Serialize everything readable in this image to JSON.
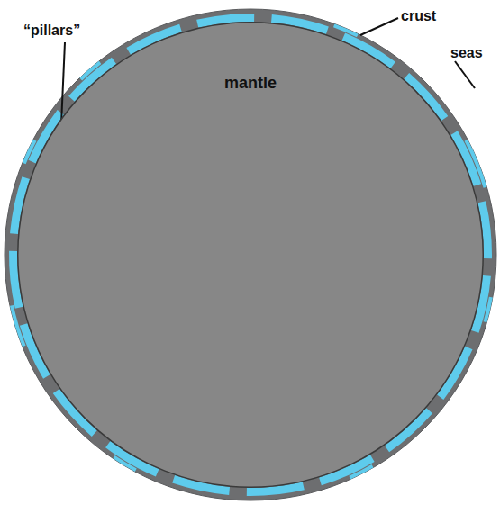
{
  "diagram": {
    "nodes": [
      {
        "text": [
          "mantle"
        ]
      }
    ],
    "labels": [
      "“pillars”",
      "crust",
      "seas"
    ]
  }
}
